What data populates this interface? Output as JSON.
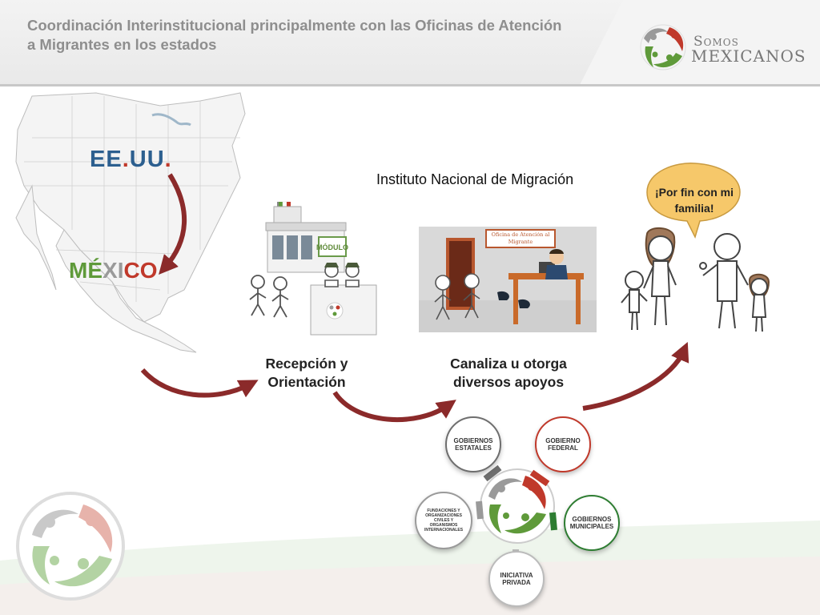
{
  "header": {
    "title": "Coordinación Interinstitucional principalmente con las Oficinas de Atención a Migrantes en los estados",
    "brand_line1": "Somos",
    "brand_line2": "Mexicanos"
  },
  "map": {
    "usa_label_main": "EE",
    "usa_label_dot": ".",
    "usa_label_end": "UU",
    "usa_label_dot2": ".",
    "mexico_label_part1": "MÉ",
    "mexico_label_part2": "X",
    "mexico_label_part3": "I",
    "mexico_label_part4": "CO"
  },
  "module_sign": "MÓDULO",
  "office_sign": "Oficina de Atención al Migrante",
  "institute_title": "Instituto Nacional de Migración",
  "steps": {
    "reception": "Recepción y Orientación",
    "support": "Canaliza u otorga diversos apoyos"
  },
  "speech_bubble": "¡Por fin con mi familia!",
  "network": {
    "state": "GOBIERNOS ESTATALES",
    "federal": "GOBIERNO FEDERAL",
    "municipal": "GOBIERNOS MUNICIPALES",
    "private": "INICIATIVA PRIVADA",
    "ngo": "FUNDACIONES Y ORGANIZACIONES CIVILES Y ORGANISMOS INTERNACIONALES"
  },
  "colors": {
    "arrow": "#8b2a2a",
    "green": "#5f9a3a",
    "red": "#c0392b",
    "grey": "#9a9a9a",
    "blue": "#2c5f8f"
  }
}
